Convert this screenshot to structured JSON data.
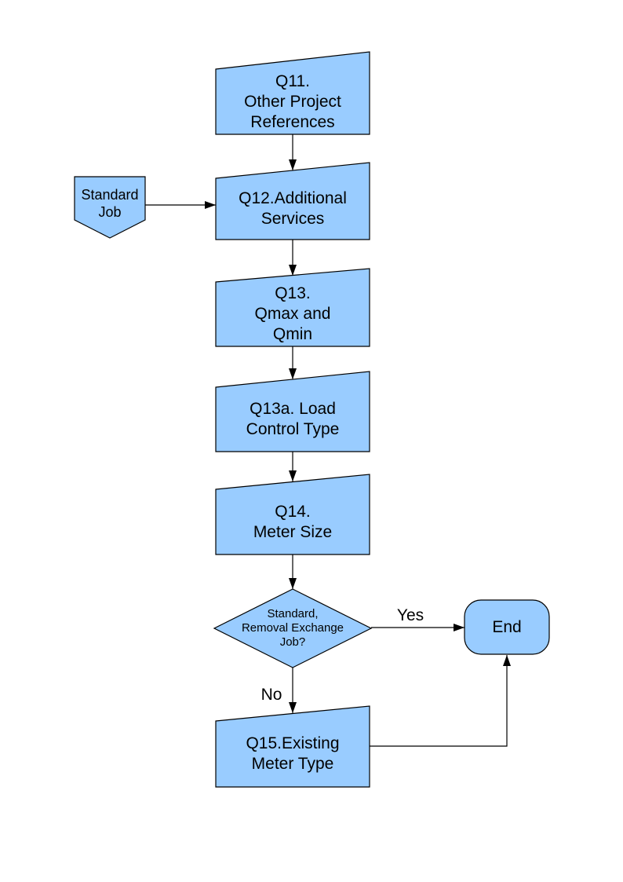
{
  "colors": {
    "node_fill": "#99ccff",
    "node_border": "#000000",
    "connector": "#000000",
    "text": "#000000",
    "background": "#ffffff"
  },
  "nodes": {
    "q11": {
      "label": "Q11.\nOther Project\nReferences",
      "shape": "slanted-rectangle"
    },
    "standard_job": {
      "label": "Standard\nJob",
      "shape": "pentagon-down"
    },
    "q12": {
      "label": "Q12.Additional\nServices",
      "shape": "slanted-rectangle"
    },
    "q13": {
      "label": "Q13.\nQmax and\nQmin",
      "shape": "slanted-rectangle"
    },
    "q13a": {
      "label": "Q13a. Load\nControl Type",
      "shape": "slanted-rectangle"
    },
    "q14": {
      "label": "Q14.\nMeter Size",
      "shape": "slanted-rectangle"
    },
    "decision": {
      "label": "Standard,\nRemoval Exchange\nJob?",
      "shape": "diamond"
    },
    "end": {
      "label": "End",
      "shape": "terminator"
    },
    "q15": {
      "label": "Q15.Existing\nMeter Type",
      "shape": "slanted-rectangle"
    }
  },
  "edges": {
    "yes_label": "Yes",
    "no_label": "No"
  }
}
